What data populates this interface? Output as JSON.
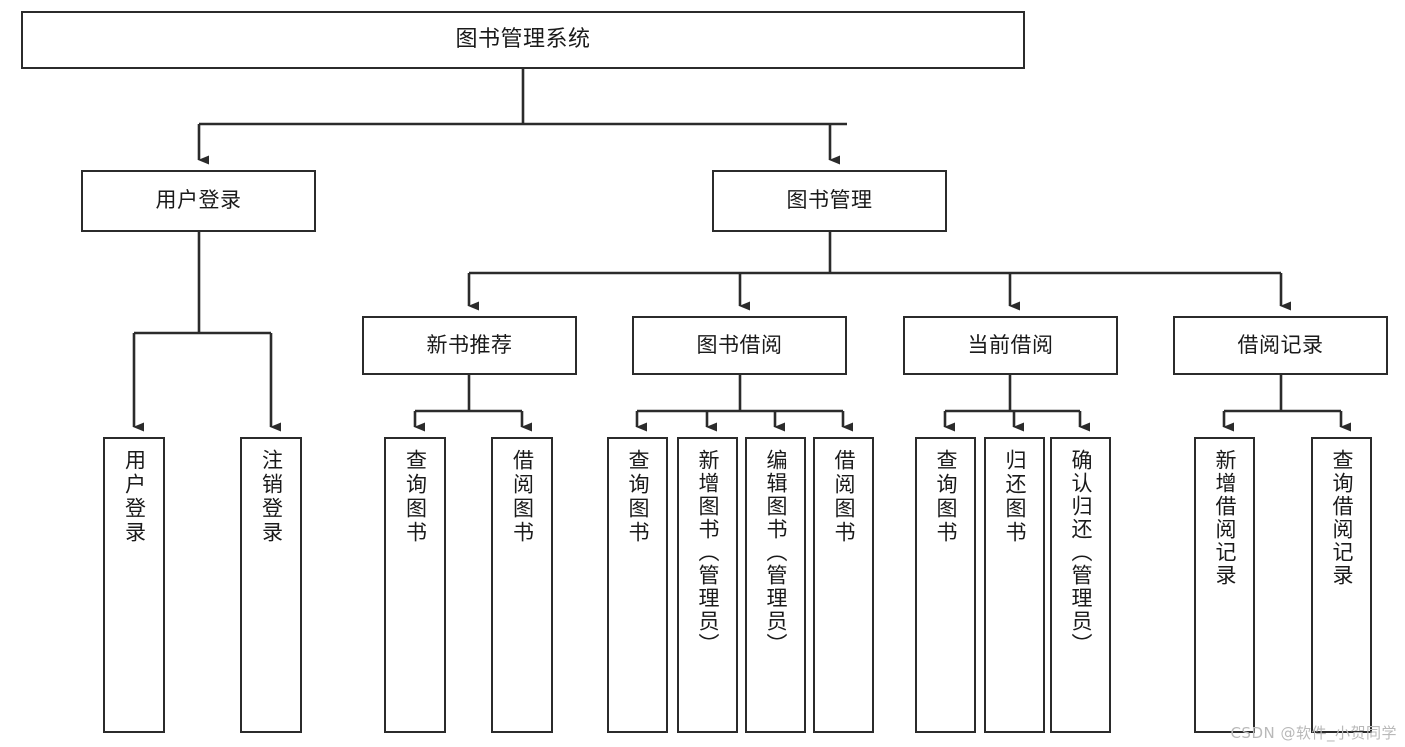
{
  "diagram": {
    "title": "图书管理系统",
    "watermark": "CSDN @软件_小贺同学",
    "line_color": "#2b2b2b",
    "box_border_color": "#2b2b2b",
    "box_fill_color": "#ffffff",
    "text_color": "#1a1a1a",
    "background_color": "#ffffff",
    "root": {
      "label": "图书管理系统"
    },
    "level2": [
      {
        "label": "用户登录"
      },
      {
        "label": "图书管理"
      }
    ],
    "level3": [
      {
        "label": "新书推荐"
      },
      {
        "label": "图书借阅"
      },
      {
        "label": "当前借阅"
      },
      {
        "label": "借阅记录"
      }
    ],
    "leaves": {
      "user_login": [
        {
          "label": "用户登录"
        },
        {
          "label": "注销登录"
        }
      ],
      "new_book_recommend": [
        {
          "label": "查询图书"
        },
        {
          "label": "借阅图书"
        }
      ],
      "book_borrow": [
        {
          "label": "查询图书"
        },
        {
          "label": "新增图书（管理员）"
        },
        {
          "label": "编辑图书（管理员）"
        },
        {
          "label": "借阅图书"
        }
      ],
      "current_borrow": [
        {
          "label": "查询图书"
        },
        {
          "label": "归还图书"
        },
        {
          "label": "确认归还（管理员）"
        }
      ],
      "borrow_records": [
        {
          "label": "新增借阅记录"
        },
        {
          "label": "查询借阅记录"
        }
      ]
    }
  }
}
